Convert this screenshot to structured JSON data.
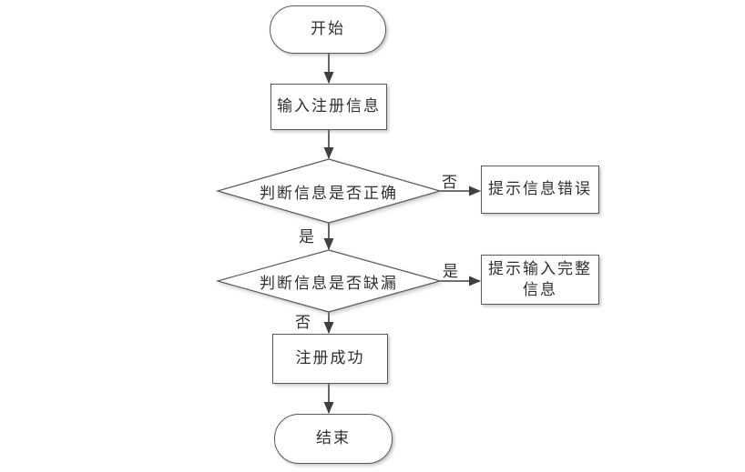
{
  "nodes": {
    "start": {
      "label": "开始",
      "shape": "stadium"
    },
    "input_info": {
      "label": "输入注册信息",
      "shape": "rect"
    },
    "check_correct": {
      "label": "判断信息是否正确",
      "shape": "diamond"
    },
    "error_prompt": {
      "label": "提示信息错误",
      "shape": "rect"
    },
    "check_missing": {
      "label": "判断信息是否缺漏",
      "shape": "diamond"
    },
    "complete_prompt": {
      "label": "提示输入完整信息",
      "shape": "rect"
    },
    "register_success": {
      "label": "注册成功",
      "shape": "rect"
    },
    "end": {
      "label": "结束",
      "shape": "stadium"
    }
  },
  "edge_labels": {
    "correct_no": "否",
    "correct_yes": "是",
    "missing_yes": "是",
    "missing_no": "否"
  },
  "edges": [
    {
      "from": "start",
      "to": "input_info",
      "label": ""
    },
    {
      "from": "input_info",
      "to": "check_correct",
      "label": ""
    },
    {
      "from": "check_correct",
      "to": "error_prompt",
      "label": "否"
    },
    {
      "from": "check_correct",
      "to": "check_missing",
      "label": "是"
    },
    {
      "from": "check_missing",
      "to": "complete_prompt",
      "label": "是"
    },
    {
      "from": "check_missing",
      "to": "register_success",
      "label": "否"
    },
    {
      "from": "register_success",
      "to": "end",
      "label": ""
    }
  ],
  "colors": {
    "background": "#ffffff",
    "line": "#404040",
    "border": "#595959",
    "text": "#303030"
  }
}
